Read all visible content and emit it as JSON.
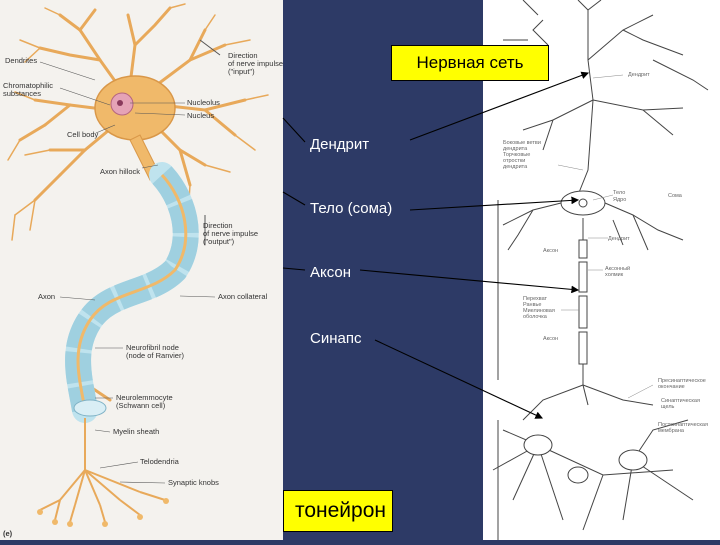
{
  "slide": {
    "title": "Нервная сеть",
    "bottom_label": "тонейрон",
    "parts": [
      "Дендрит",
      "Тело (сома)",
      "Аксон",
      "Синапс"
    ]
  },
  "left_figure": {
    "panel_letter": "(e)",
    "labels": {
      "dendrites": "Dendrites",
      "chromatophilic": "Chromatophilic\nsubstances",
      "cell_body": "Cell body",
      "nucleolus": "Nucleolus",
      "nucleus": "Nucleus",
      "direction_input": "Direction\nof nerve impulse\n(\"input\")",
      "axon_hillock": "Axon hillock",
      "direction_output": "Direction\nof nerve impulse\n(\"output\")",
      "axon": "Axon",
      "axon_collateral": "Axon collateral",
      "neurofibril_node": "Neurofibril node\n(node of Ranvier)",
      "neurolemmocyte": "Neurolemmocyte\n(Schwann cell)",
      "myelin_sheath": "Myelin sheath",
      "telodendria": "Telodendria",
      "synaptic_knobs": "Synaptic knobs"
    }
  },
  "right_figure": {
    "labels": {
      "dendrite": "Дендрит",
      "body_notes": "Боковые ветви\nдендрита\nТорчковые\nотростки\nдендрита",
      "body": "Тело",
      "nucleus": "Ядро",
      "soma": "Сома",
      "dendrite2": "Дендрит",
      "axon": "Аксон",
      "axon_hillock": "Аксонный\nхолмик",
      "myelin": "Перехват\nРанвье\nМиелиновая\nоболочка",
      "axon2": "Аксон",
      "presynaptic": "Пресинаптическое\nокончание",
      "synaptic_cleft": "Синаптическая\nщель",
      "postsynaptic": "Постсинаптическая\nмембрана"
    }
  },
  "colors": {
    "background": "#2d3a66",
    "highlight": "#ffff00",
    "neuron_body": "#f0b96a",
    "axon": "#bfe3ee"
  }
}
